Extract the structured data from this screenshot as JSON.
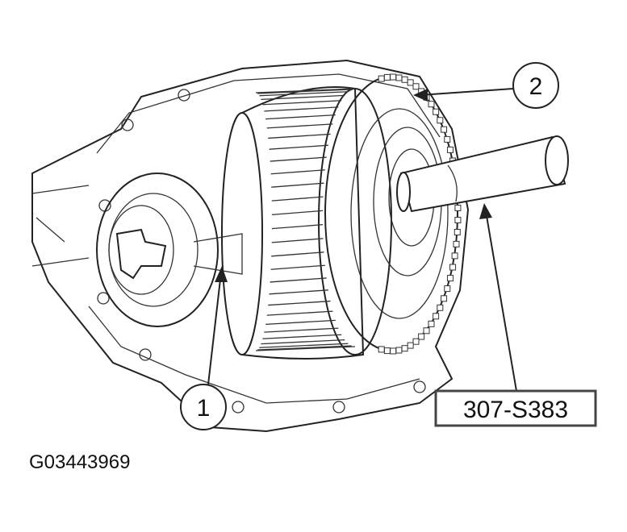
{
  "figure": {
    "id": "G03443969",
    "callouts": [
      {
        "number": "1"
      },
      {
        "number": "2"
      }
    ],
    "tool_label": "307-S383"
  }
}
